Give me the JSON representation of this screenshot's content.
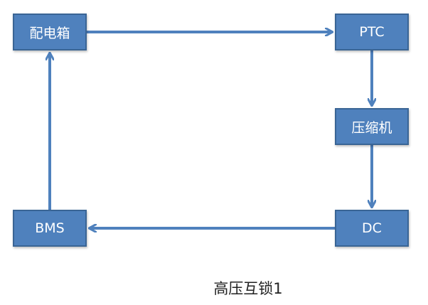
{
  "nodes": {
    "peidianxiang": "配电箱",
    "ptc": "PTC",
    "yasuoji": "压缩机",
    "dc": "DC",
    "bms": "BMS"
  },
  "caption": "高压互锁1",
  "colors": {
    "node_fill": "#4f81bd",
    "node_border": "#3a6595",
    "arrow": "#4f81bd",
    "caption_text": "#222222"
  },
  "edges": [
    {
      "from": "配电箱",
      "to": "PTC"
    },
    {
      "from": "PTC",
      "to": "压缩机"
    },
    {
      "from": "压缩机",
      "to": "DC"
    },
    {
      "from": "DC",
      "to": "BMS"
    },
    {
      "from": "BMS",
      "to": "配电箱"
    }
  ]
}
